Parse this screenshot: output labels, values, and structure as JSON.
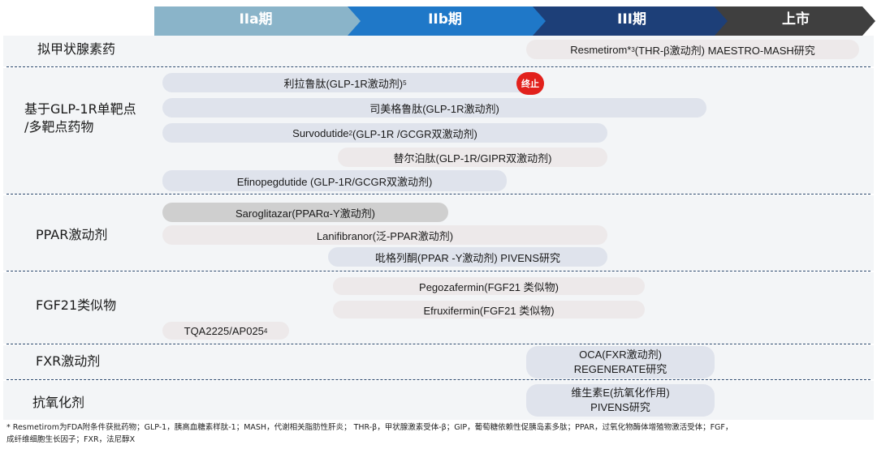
{
  "phases": [
    {
      "label": "IIa期",
      "color": "#8ab4c9"
    },
    {
      "label": "IIb期",
      "color": "#1f78c8"
    },
    {
      "label": "III期",
      "color": "#1d3f78"
    },
    {
      "label": "上市",
      "color": "#3f3f3f"
    }
  ],
  "categories": {
    "thyroid": "拟甲状腺素药",
    "glp1_line1": "基于GLP-1R单靶点",
    "glp1_line2": "/多靶点药物",
    "ppar": "PPAR激动剂",
    "fgf21": "FGF21类似物",
    "fxr": "FXR激动剂",
    "antiox": "抗氧化剂"
  },
  "drugs": {
    "resmetirom": {
      "name": "Resmetirom*",
      "sup": "3",
      "rest": "(THR-β激动剂) MAESTRO-MASH研究"
    },
    "liraglutide": {
      "name": "利拉鲁肽(GLP-1R激动剂) ",
      "sup": "5"
    },
    "semaglutide": {
      "name": "司美格鲁肽(GLP-1R激动剂)"
    },
    "survodutide": {
      "name": "Survodutide",
      "sup": "2",
      "rest": "(GLP-1R /GCGR双激动剂)"
    },
    "tirzepatide": {
      "name": "替尔泊肽(GLP-1R/GIPR双激动剂)"
    },
    "efinopegdutide": {
      "name": "Efinopegdutide  (GLP-1R/GCGR双激动剂)"
    },
    "saroglitazar": {
      "name": "Saroglitazar(PPARα-Y激动剂)"
    },
    "lanifibranor": {
      "name": "Lanifibranor(泛-PPAR激动剂)"
    },
    "pioglitazone": {
      "name": "吡格列酮(PPAR -Y激动剂) PIVENS研究"
    },
    "pegozafermin": {
      "name": "Pegozafermin(FGF21 类似物)"
    },
    "efruxifermin": {
      "name": "Efruxifermin(FGF21 类似物)"
    },
    "tqa2225": {
      "name": "TQA2225/AP025",
      "sup": "4"
    },
    "oca": {
      "line1": "OCA(FXR激动剂)",
      "line2": "REGENERATE研究"
    },
    "vitamin_e": {
      "line1": "维生素E(抗氧化作用)",
      "line2": "PIVENS研究"
    }
  },
  "stop_badge": "终止",
  "footnote": {
    "line1": "* Resmetirom为FDA附条件获批药物；GLP-1，胰高血糖素样肽-1；MASH，代谢相关脂肪性肝炎；  THR-β，甲状腺激素受体-β；GIP，葡萄糖依赖性促胰岛素多肽；PPAR，过氧化物酶体增殖物激活受体；FGF，",
    "line2": "成纤维细胞生长因子；FXR，法尼醇X"
  }
}
